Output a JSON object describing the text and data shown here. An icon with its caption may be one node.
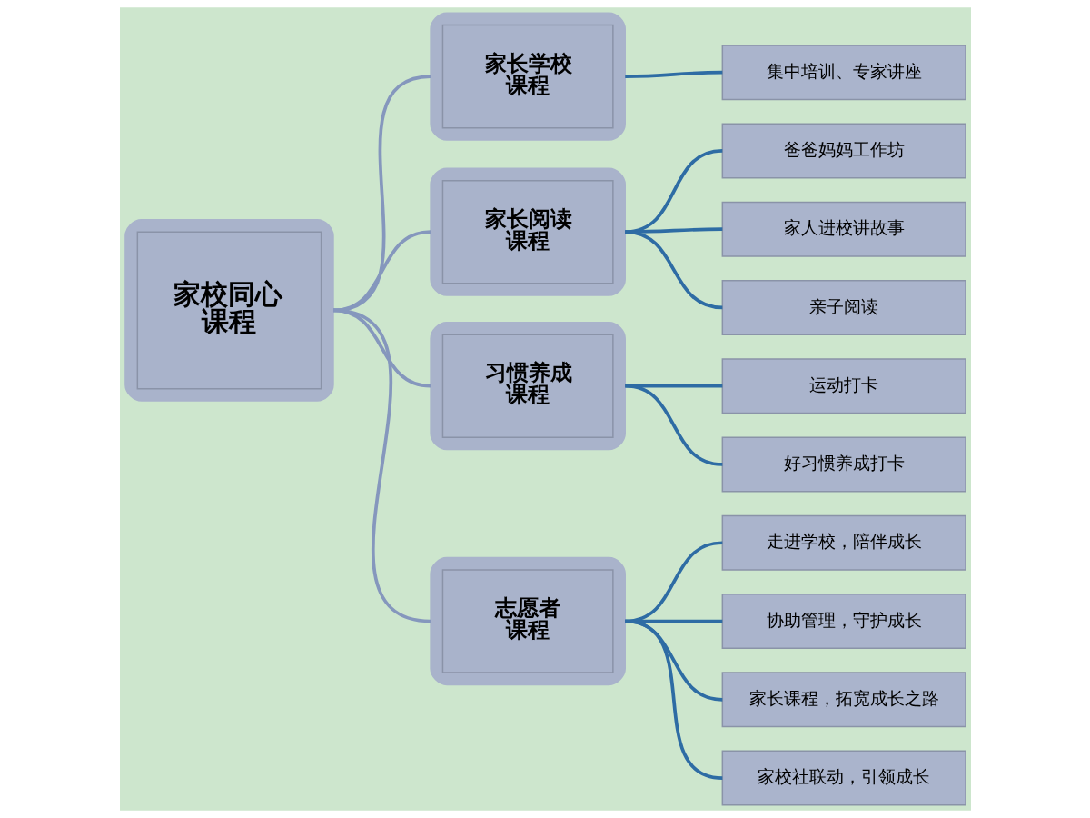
{
  "diagram": {
    "nodes": [
      {
        "text": [
          "家校同心课程"
        ]
      },
      {
        "text": [
          "家长学校课程"
        ]
      },
      {
        "text": [
          "集中培训、专家讲座"
        ]
      },
      {
        "text": [
          "家长阅读课程"
        ]
      },
      {
        "text": [
          "爸爸妈妈工作坊"
        ]
      },
      {
        "text": [
          "家人进校讲故事"
        ]
      },
      {
        "text": [
          "亲子阅读"
        ]
      },
      {
        "text": [
          "习惯养成课程"
        ]
      },
      {
        "text": [
          "运动打卡"
        ]
      },
      {
        "text": [
          "好习惯养成打卡"
        ]
      },
      {
        "text": [
          "志愿者课程"
        ]
      },
      {
        "text": [
          "走进学校，陪伴成长"
        ]
      },
      {
        "text": [
          "协助管理，守护成长"
        ]
      },
      {
        "text": [
          "家长课程，拓宽成长之路"
        ]
      },
      {
        "text": [
          "家校社联动，引领成长"
        ]
      }
    ],
    "edges": [
      {
        "from": 0,
        "to": 1,
        "arrow": "none",
        "color": "#8597bd"
      },
      {
        "from": 0,
        "to": 3,
        "arrow": "none",
        "color": "#8597bd"
      },
      {
        "from": 0,
        "to": 7,
        "arrow": "none",
        "color": "#8597bd"
      },
      {
        "from": 0,
        "to": 10,
        "arrow": "none",
        "color": "#8597bd"
      },
      {
        "from": 1,
        "to": 2,
        "arrow": "none"
      },
      {
        "from": 3,
        "to": 4,
        "arrow": "none"
      },
      {
        "from": 3,
        "to": 5,
        "arrow": "none"
      },
      {
        "from": 3,
        "to": 6,
        "arrow": "none"
      },
      {
        "from": 7,
        "to": 8,
        "arrow": "none"
      },
      {
        "from": 7,
        "to": 9,
        "arrow": "none"
      },
      {
        "from": 10,
        "to": 11,
        "arrow": "none"
      },
      {
        "from": 10,
        "to": 12,
        "arrow": "none"
      },
      {
        "from": 10,
        "to": 13,
        "arrow": "none"
      },
      {
        "from": 10,
        "to": 14,
        "arrow": "none"
      }
    ]
  }
}
